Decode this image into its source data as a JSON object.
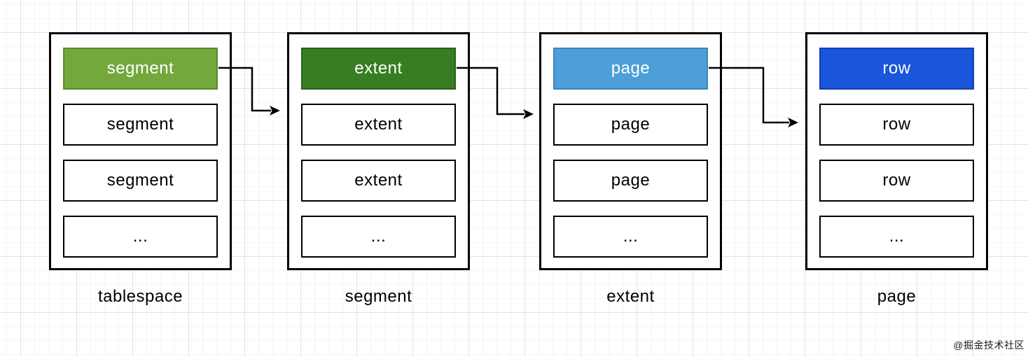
{
  "diagram": {
    "columns": [
      {
        "label": "tablespace",
        "items": [
          "segment",
          "segment",
          "segment",
          "..."
        ],
        "highlight": {
          "fill": "#74A73C",
          "border": "#5A8A2B",
          "text": "#FFFFFF"
        }
      },
      {
        "label": "segment",
        "items": [
          "extent",
          "extent",
          "extent",
          "..."
        ],
        "highlight": {
          "fill": "#377D22",
          "border": "#2A611B",
          "text": "#FFFFFF"
        }
      },
      {
        "label": "extent",
        "items": [
          "page",
          "page",
          "page",
          "..."
        ],
        "highlight": {
          "fill": "#4C9FD8",
          "border": "#3C84B5",
          "text": "#FFFFFF"
        }
      },
      {
        "label": "page",
        "items": [
          "row",
          "row",
          "row",
          "..."
        ],
        "highlight": {
          "fill": "#1A56DB",
          "border": "#1141B0",
          "text": "#FFFFFF"
        }
      }
    ],
    "arrow_color": "#000000",
    "box_border_color": "#000000",
    "grid_major_color": "#e2e2e2",
    "grid_minor_color": "#f4f4f4"
  },
  "watermark": "@掘金技术社区"
}
